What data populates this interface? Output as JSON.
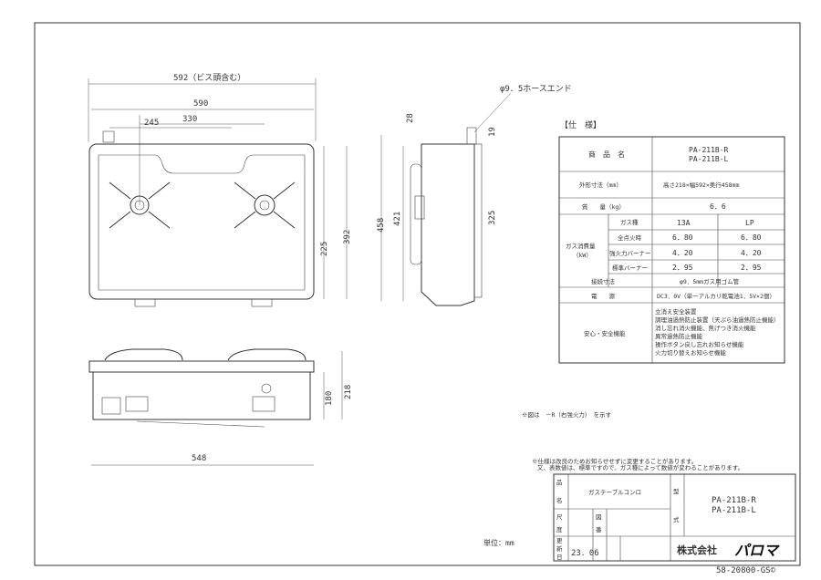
{
  "dimensions": {
    "overall_width_with_screw": "592（ビス頭含む）",
    "body_width": "590",
    "burner_pitch": "330",
    "left_burner_offset": "245",
    "depth_225": "225",
    "depth_392": "392",
    "depth_458": "458",
    "depth_421": "421",
    "top_28": "28",
    "top_19": "19",
    "side_325": "325",
    "hose_end": "φ9．5ホースエンド",
    "height_180": "180",
    "height_218": "218",
    "base_548": "548"
  },
  "spec": {
    "title": "【仕　様】",
    "rows": {
      "product_name_label": "商　品　名",
      "product_name_1": "PA-211B-R",
      "product_name_2": "PA-211B-L",
      "size_label": "外形寸法（mm）",
      "size_value": "高さ218×幅592×奥行458mm",
      "weight_label": "質　　量（kg）",
      "weight_value": "6．6",
      "gas_label_1": "ガス消費量",
      "gas_label_2": "（kW）",
      "gas_type_label": "ガス種",
      "gas_13a": "13A",
      "gas_lp": "LP",
      "all_on_label": "全点火時",
      "all_on_13a": "6．80",
      "all_on_lp": "6．80",
      "strong_label": "強火力バーナー",
      "strong_13a": "4．20",
      "strong_lp": "4．20",
      "standard_label": "標準バーナー",
      "standard_13a": "2．95",
      "standard_lp": "2．95",
      "connection_label": "接続寸法",
      "connection_value": "φ9．5mmガス用ゴム管",
      "power_label": "電　　源",
      "power_value": "DC3．0V（単一アルカリ乾電池1．5V×2個）",
      "safety_label": "安心・安全機能",
      "safety_items": [
        "立消え安全装置",
        "調理油過熱防止装置（天ぷら油過熱防止機能）",
        "消し忘れ消火機能、焦げつき消火機能",
        "異常過熱防止機能",
        "操作ボタン戻し忘れお知らせ機能",
        "火力切り替えお知らせ機能"
      ]
    }
  },
  "notes": {
    "figure_note": "※図は　－R（右強火力）　を示す",
    "spec_note_1": "※仕様は改良のためお知らせせずに変更することがあります。",
    "spec_note_2": "又、表数値は、標準ですので、ガス種によって数値が変わることがあります。",
    "unit": "単位：mm"
  },
  "title_block": {
    "name_label_1": "品",
    "name_label_2": "名",
    "name_value": "ガステーブルコンロ",
    "scale_label_1": "尺",
    "scale_label_2": "度",
    "drawing_no_label_1": "図",
    "drawing_no_label_2": "番",
    "model_label_1": "型",
    "model_label_2": "式",
    "model_1": "PA-211B-R",
    "model_2": "PA-211B-L",
    "updated_label_1": "更",
    "updated_label_2": "新",
    "updated_label_3": "日",
    "updated_value": "23．06",
    "company": "株式会社",
    "brand": "パロマ",
    "doc_number": "58-20800-GS©"
  }
}
